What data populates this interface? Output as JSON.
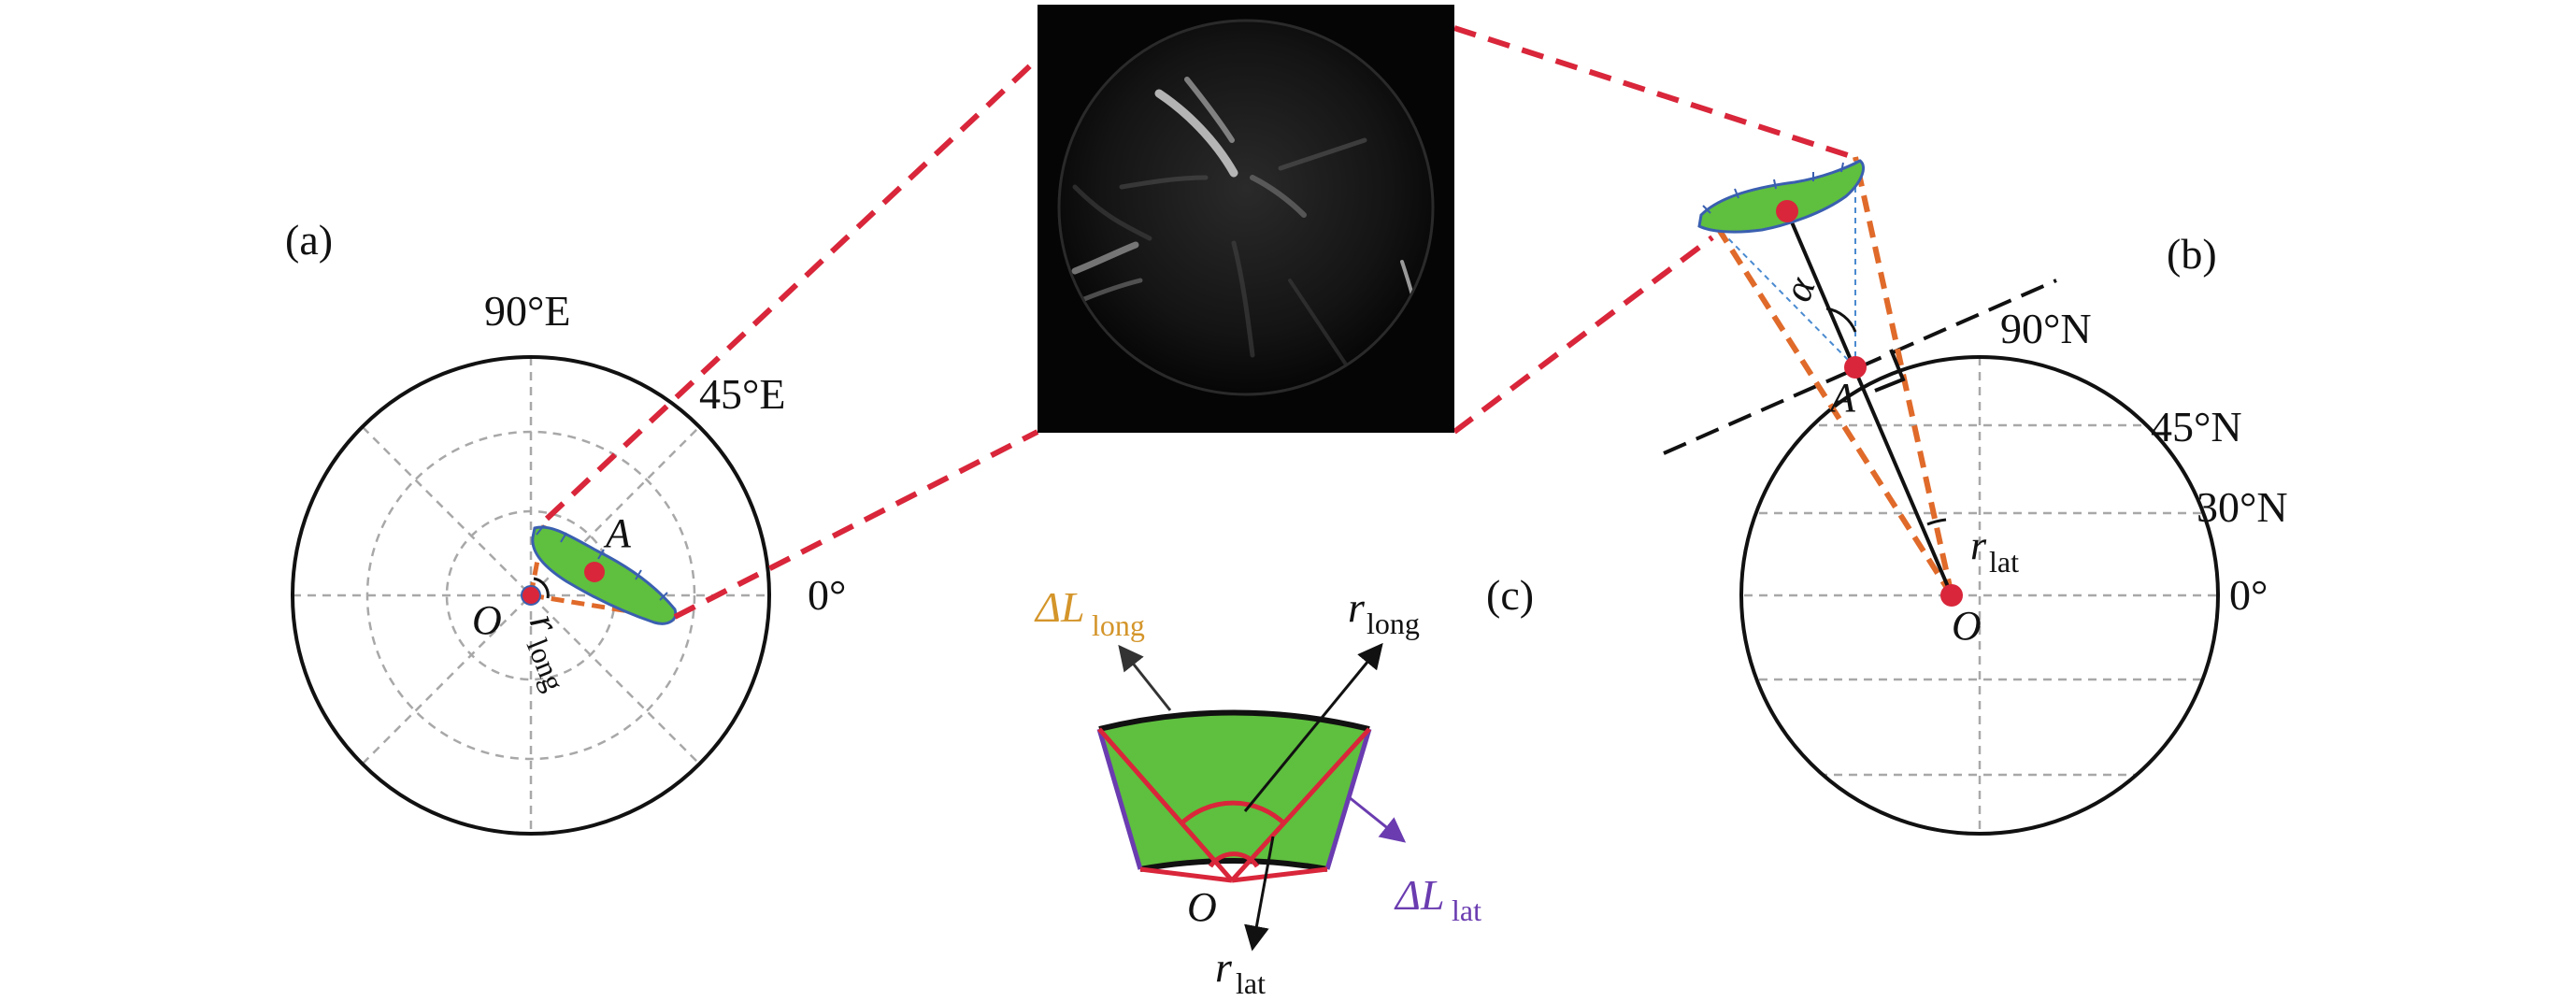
{
  "panels": {
    "a": {
      "label": "(a)",
      "angle_90": "90°E",
      "angle_45": "45°E",
      "angle_0": "0°",
      "point_a": "A",
      "point_o": "O",
      "r_long_main": "r",
      "r_long_sub": "long"
    },
    "b": {
      "label": "(b)",
      "lat_90": "90°N",
      "lat_45": "45°N",
      "lat_30": "30°N",
      "lat_0": "0°",
      "point_a": "A",
      "point_o": "O",
      "alpha": "α",
      "r_lat_main": "r",
      "r_lat_sub": "lat"
    },
    "c": {
      "label": "(c)",
      "dl_long_main": "ΔL",
      "dl_long_sub": "long",
      "dl_lat_main": "ΔL",
      "dl_lat_sub": "lat",
      "r_long_main": "r",
      "r_long_sub": "long",
      "r_lat_main": "r",
      "r_lat_sub": "lat",
      "point_o": "O"
    }
  },
  "colors": {
    "red_dashed": "#d9263a",
    "orange_dashed": "#e06a2a",
    "green_fill": "#5fbf3f",
    "blue_outline": "#3a5fb0",
    "purple": "#6a3cb0",
    "gold": "#d4952a",
    "grid_gray": "#a8a8a8",
    "image_bg": "#050505"
  }
}
